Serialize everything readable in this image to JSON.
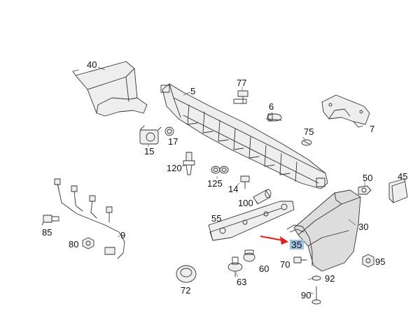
{
  "diagram": {
    "highlight_color": "#9fc3e6",
    "arrow_color": "#e02020",
    "highlighted_label": "35",
    "labels": [
      {
        "id": "40",
        "text": "40"
      },
      {
        "id": "5",
        "text": "5"
      },
      {
        "id": "77",
        "text": "77"
      },
      {
        "id": "6",
        "text": "6"
      },
      {
        "id": "7",
        "text": "7"
      },
      {
        "id": "75",
        "text": "75"
      },
      {
        "id": "15",
        "text": "15"
      },
      {
        "id": "17",
        "text": "17"
      },
      {
        "id": "120",
        "text": "120"
      },
      {
        "id": "125",
        "text": "125"
      },
      {
        "id": "14",
        "text": "14"
      },
      {
        "id": "50",
        "text": "50"
      },
      {
        "id": "45",
        "text": "45"
      },
      {
        "id": "100",
        "text": "100"
      },
      {
        "id": "55",
        "text": "55"
      },
      {
        "id": "30",
        "text": "30"
      },
      {
        "id": "85",
        "text": "85"
      },
      {
        "id": "9",
        "text": "9"
      },
      {
        "id": "80",
        "text": "80"
      },
      {
        "id": "35",
        "text": "35"
      },
      {
        "id": "60",
        "text": "60"
      },
      {
        "id": "70",
        "text": "70"
      },
      {
        "id": "95",
        "text": "95"
      },
      {
        "id": "63",
        "text": "63"
      },
      {
        "id": "72",
        "text": "72"
      },
      {
        "id": "92",
        "text": "92"
      },
      {
        "id": "90",
        "text": "90"
      }
    ]
  }
}
